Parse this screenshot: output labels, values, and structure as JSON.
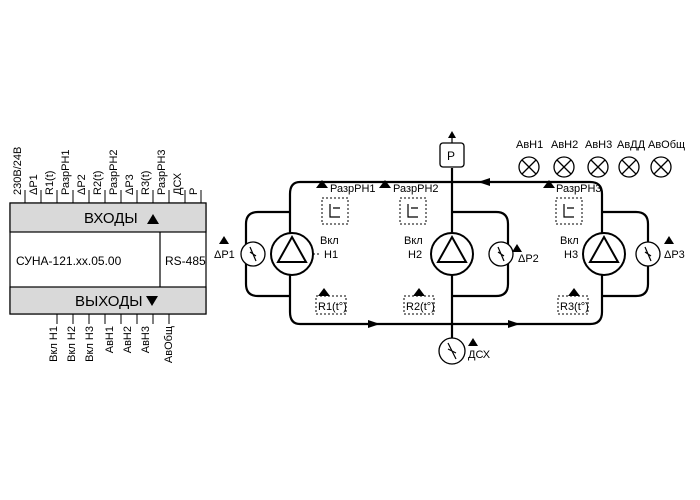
{
  "controller": {
    "inputs_label": "ВХОДЫ",
    "outputs_label": "ВЫХОДЫ",
    "model": "СУНА-121.хх.05.00",
    "interface": "RS-485",
    "input_terminals": [
      "230В/24В",
      "ΔР1",
      "R1(t)",
      "РазрРН1",
      "ΔР2",
      "R2(t)",
      "РазрРН2",
      "ΔР3",
      "R3(t)",
      "РазрРН3",
      "ДСХ",
      "Р"
    ],
    "output_terminals": [
      "Вкл Н1",
      "Вкл Н2",
      "Вкл Н3",
      "АвН1",
      "АвН2",
      "АвН3",
      "АвОбщ"
    ]
  },
  "lamps": [
    "АвН1",
    "АвН2",
    "АвН3",
    "АвДД",
    "АвОбщ"
  ],
  "scheme": {
    "pressure_sensor": "Р",
    "dry_run_sensor": "ДСХ",
    "pumps": [
      {
        "enable": "РазрРН1",
        "dp": "ΔР1",
        "on_a": "Вкл",
        "on_b": "Н1",
        "relay": "R1(t°)"
      },
      {
        "enable": "РазрРН2",
        "dp": "ΔР2",
        "on_a": "Вкл",
        "on_b": "Н2",
        "relay": "R2(t°)"
      },
      {
        "enable": "РазрРН3",
        "dp": "ΔР3",
        "on_a": "Вкл",
        "on_b": "Н3",
        "relay": "R3(t°)"
      }
    ]
  }
}
